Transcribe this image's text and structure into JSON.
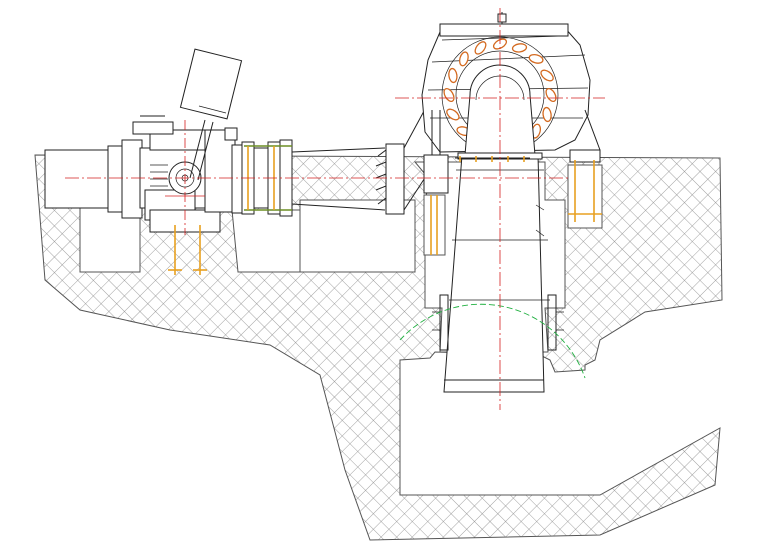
{
  "drawing": {
    "kind": "hydro-turbine-unit-section",
    "components": [
      "concrete-foundation",
      "inlet-pipe",
      "inlet-valve",
      "valve-actuator",
      "expansion-joint",
      "flange",
      "spiral-case",
      "guide-vanes",
      "runner",
      "draft-tube",
      "anchor-bolts"
    ],
    "colors": {
      "outline": "#222222",
      "center_line": "#d42020",
      "anchor_bolt": "#e8a020",
      "guide_vane": "#d46a20",
      "reference_arc": "#20b040",
      "concrete_hatch": "#8a8a8a",
      "background": "#ffffff"
    }
  }
}
